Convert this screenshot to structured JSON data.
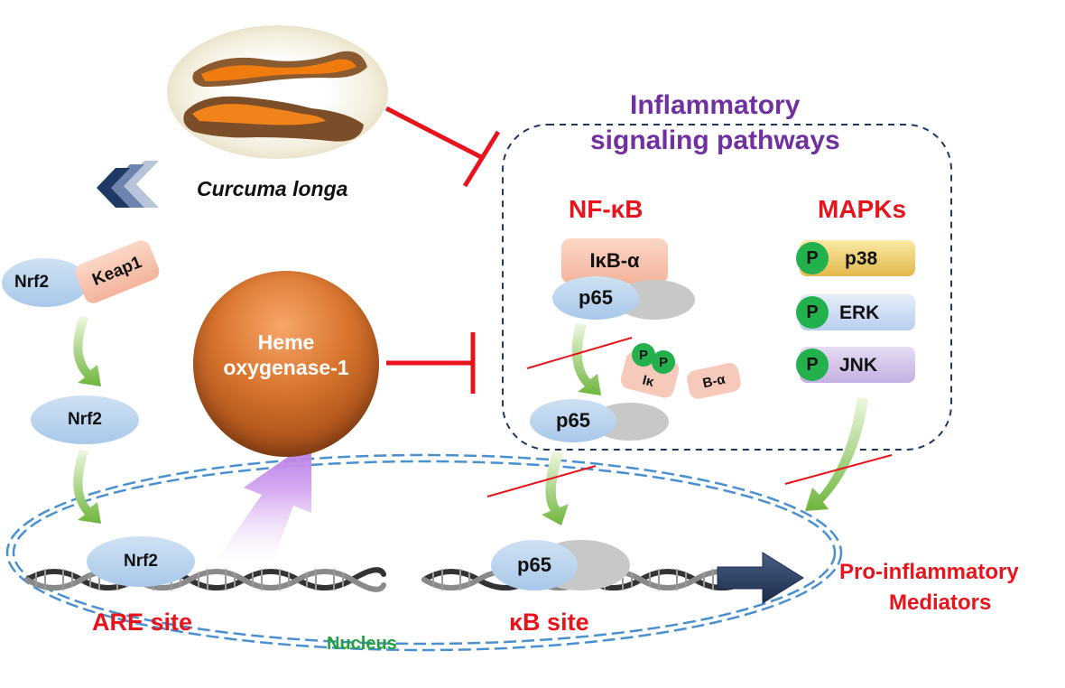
{
  "plant": {
    "name": "Curcuma longa"
  },
  "pathways": {
    "title_line1": "Inflammatory",
    "title_line2": "signaling pathways"
  },
  "nfkb": {
    "title": "NF-κB",
    "ikba": "IκB-α",
    "p65": "p65",
    "p_badge": "P",
    "frag_ik": "Iκ",
    "frag_ba": "B-α"
  },
  "mapks": {
    "title": "MAPKs",
    "p_badge": "P",
    "kinases": [
      "p38",
      "ERK",
      "JNK"
    ]
  },
  "nrf2": {
    "label": "Nrf2",
    "keap1": "Keap1"
  },
  "ho1": {
    "line1": "Heme",
    "line2": "oxygenase-1"
  },
  "nucleus": {
    "label": "Nucleus",
    "are_site": "ARE site",
    "kb_site": "κB site"
  },
  "output": {
    "line1": "Pro-inflammatory",
    "line2": "Mediators"
  },
  "colors": {
    "red": "#e8141c",
    "purple": "#7030a0",
    "green": "#22a03c",
    "navy": "#1f3864",
    "nucleus_blue": "#4a90d0"
  }
}
